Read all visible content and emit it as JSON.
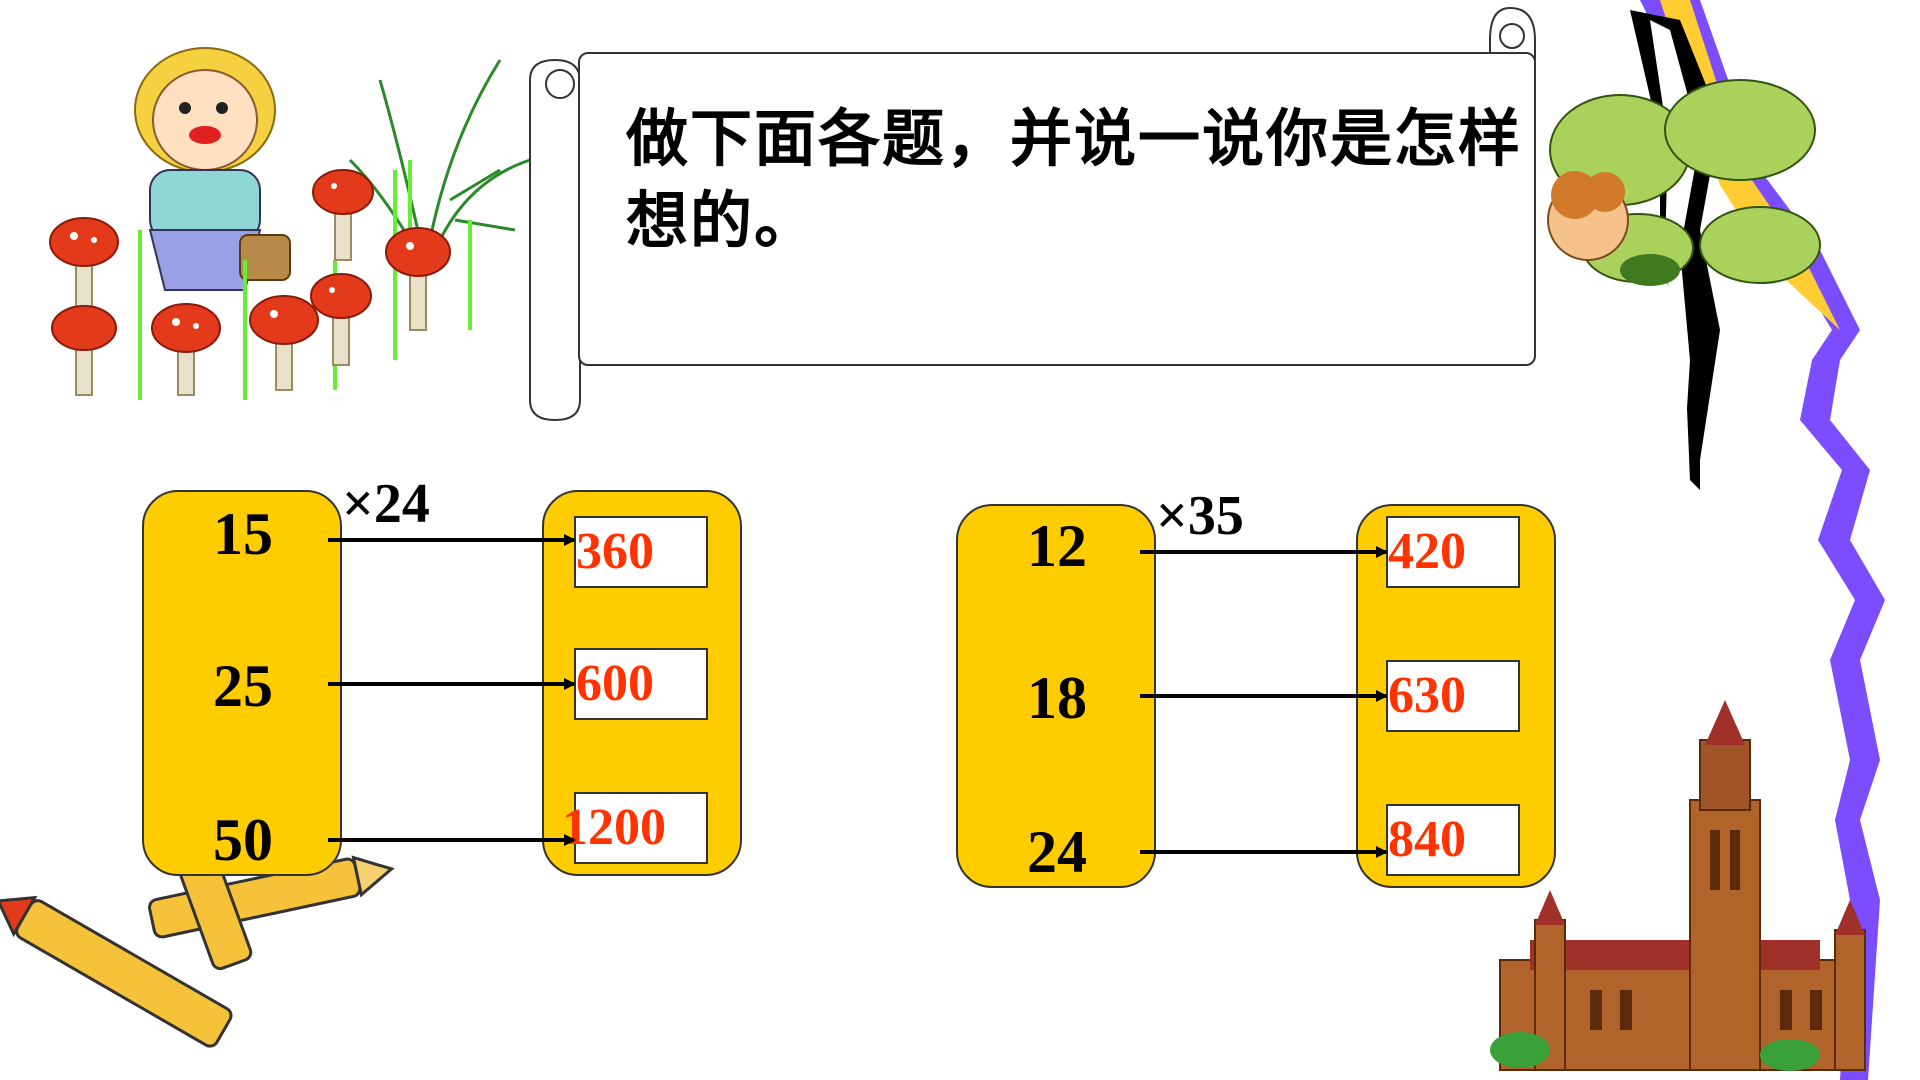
{
  "instruction": "做下面各题，并说一说你是怎样想的。",
  "problems": [
    {
      "multiplier_label": "×24",
      "inputs": [
        "15",
        "25",
        "50"
      ],
      "outputs": [
        "360",
        "600",
        "1200"
      ]
    },
    {
      "multiplier_label": "×35",
      "inputs": [
        "12",
        "18",
        "24"
      ],
      "outputs": [
        "420",
        "630",
        "840"
      ]
    }
  ],
  "colors": {
    "box_fill": "#ffcc00",
    "answer_text": "#ff3300",
    "lightning": "#7b4dff"
  }
}
